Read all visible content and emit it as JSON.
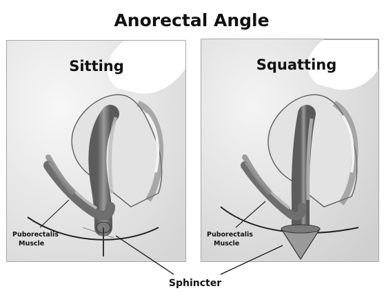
{
  "title": "Anorectal Angle",
  "panels": {
    "left": {
      "title": "Sitting",
      "muscle_line1": "Puborectalis",
      "muscle_line2": "Muscle"
    },
    "right": {
      "title": "Squatting",
      "muscle_line1": "Puborectalis",
      "muscle_line2": "Muscle"
    }
  },
  "footer_label": "Sphincter",
  "colors": {
    "background": "#ffffff",
    "ink": "#111111",
    "panel_bg": "#e6e6e6",
    "muscle": "#6e6e6e",
    "light_tissue": "#d4d4d4"
  }
}
